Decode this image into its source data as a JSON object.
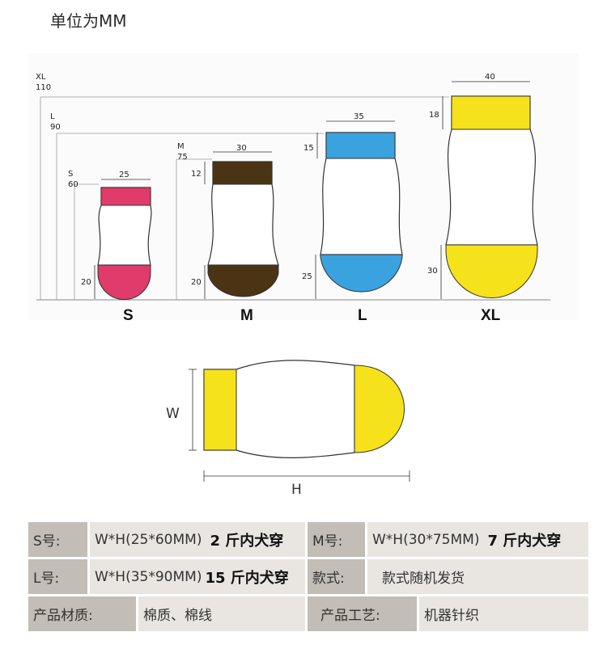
{
  "header": {
    "title": "单位为MM"
  },
  "chart": {
    "sizes": [
      {
        "name": "S",
        "height_label": "S\n60",
        "height_value": "60",
        "top": "25",
        "side_top": "",
        "bottom": "20",
        "color": "#e03b6a"
      },
      {
        "name": "M",
        "height_label": "M\n75",
        "height_value": "75",
        "top": "30",
        "side_top": "12",
        "bottom": "20",
        "color": "#4a3413"
      },
      {
        "name": "L",
        "height_label": "L\n90",
        "height_value": "90",
        "top": "35",
        "side_top": "15",
        "bottom": "25",
        "color": "#3aa2df"
      },
      {
        "name": "XL",
        "height_label": "XL\n110",
        "height_value": "110",
        "top": "40",
        "side_top": "18",
        "bottom": "30",
        "color": "#f5e21a"
      }
    ],
    "axis": {
      "s_prefix": "S",
      "s_val": "60",
      "m_prefix": "M",
      "m_val": "75",
      "l_prefix": "L",
      "l_val": "90",
      "xl_prefix": "XL",
      "xl_val": "110"
    },
    "labels": {
      "s": "S",
      "m": "M",
      "l": "L",
      "xl": "XL"
    },
    "dims": {
      "s_top": "25",
      "s_bottom": "20",
      "m_top": "30",
      "m_cuff": "12",
      "m_bottom": "20",
      "l_top": "35",
      "l_cuff": "15",
      "l_bottom": "25",
      "xl_top": "40",
      "xl_cuff": "18",
      "xl_bottom": "30"
    },
    "flat": {
      "w": "W",
      "h": "H",
      "fill": "#f5e21a"
    }
  },
  "table": {
    "row1": {
      "k1": "S号:",
      "v1": "W*H(25*60MM)",
      "v1b": "2 斤内犬穿",
      "k2": "M号:",
      "v2": "W*H(30*75MM)",
      "v2b": "7 斤内犬穿"
    },
    "row2": {
      "k1": "L号:",
      "v1": "W*H(35*90MM)",
      "v1b": "15 斤内犬穿",
      "k2": "款式:",
      "v2": "款式随机发货"
    },
    "row3": {
      "k1": "产品材质:",
      "v1": "棉质、棉线",
      "k2": "产品工艺:",
      "v2": "机器针织"
    }
  }
}
